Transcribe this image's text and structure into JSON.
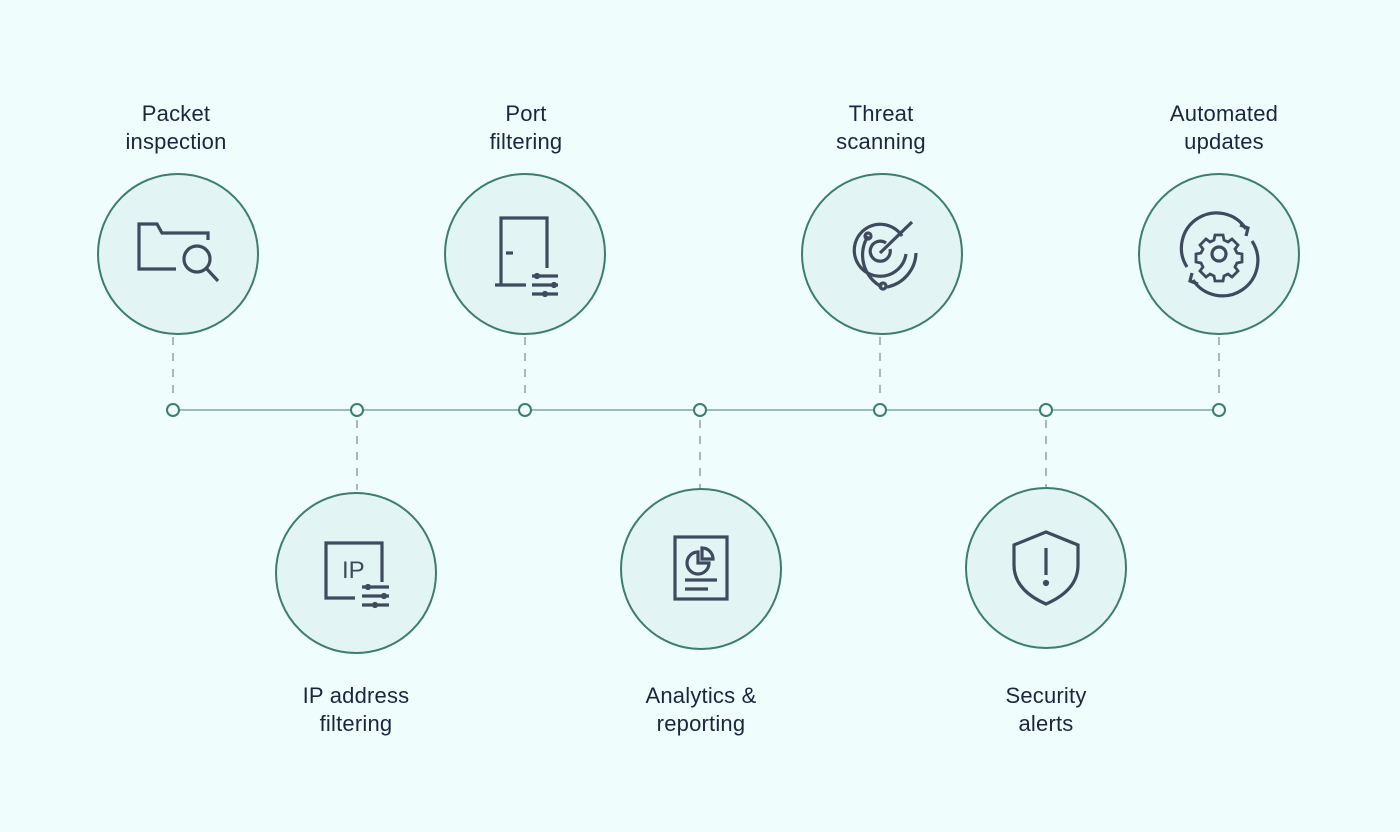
{
  "colors": {
    "background": "#effdfd",
    "circle_fill": "#e2f4f3",
    "circle_stroke": "#3b7d6e",
    "timeline": "#9cbdb5",
    "icon": "#404a5e",
    "text": "#1c2540"
  },
  "steps": [
    {
      "label_line1": "Packet",
      "label_line2": "inspection",
      "icon": "folder-search-icon",
      "position": "top"
    },
    {
      "label_line1": "IP address",
      "label_line2": "filtering",
      "icon": "ip-filter-icon",
      "position": "bottom",
      "icon_text": "IP"
    },
    {
      "label_line1": "Port",
      "label_line2": "filtering",
      "icon": "door-filter-icon",
      "position": "top"
    },
    {
      "label_line1": "Analytics &",
      "label_line2": "reporting",
      "icon": "report-chart-icon",
      "position": "bottom"
    },
    {
      "label_line1": "Threat",
      "label_line2": "scanning",
      "icon": "radar-icon",
      "position": "top"
    },
    {
      "label_line1": "Security",
      "label_line2": "alerts",
      "icon": "shield-alert-icon",
      "position": "bottom"
    },
    {
      "label_line1": "Automated",
      "label_line2": "updates",
      "icon": "gear-refresh-icon",
      "position": "top"
    }
  ]
}
